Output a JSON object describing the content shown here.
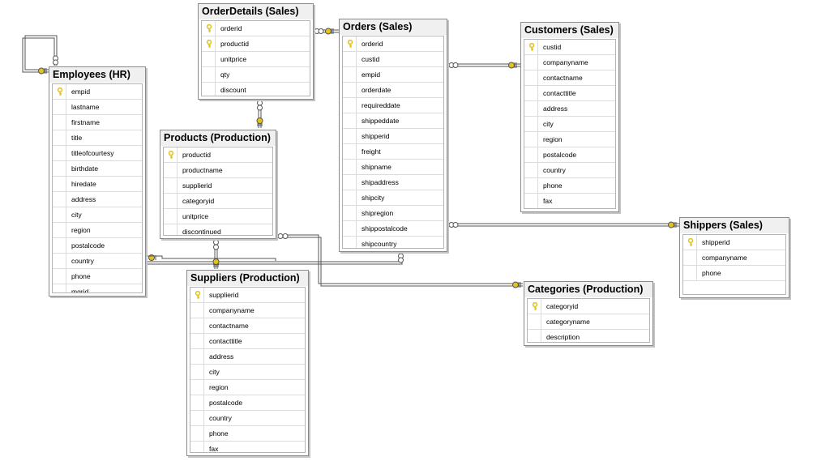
{
  "colors": {
    "key": "#e3c21a",
    "line": "#555555",
    "title_bg": "#f0f0f0"
  },
  "tables": {
    "orderdetails": {
      "title": "OrderDetails (Sales)",
      "columns": [
        {
          "name": "orderid",
          "key": true
        },
        {
          "name": "productid",
          "key": true
        },
        {
          "name": "unitprice",
          "key": false
        },
        {
          "name": "qty",
          "key": false
        },
        {
          "name": "discount",
          "key": false
        }
      ]
    },
    "orders": {
      "title": "Orders (Sales)",
      "columns": [
        {
          "name": "orderid",
          "key": true
        },
        {
          "name": "custid",
          "key": false
        },
        {
          "name": "empid",
          "key": false
        },
        {
          "name": "orderdate",
          "key": false
        },
        {
          "name": "requireddate",
          "key": false
        },
        {
          "name": "shippeddate",
          "key": false
        },
        {
          "name": "shipperid",
          "key": false
        },
        {
          "name": "freight",
          "key": false
        },
        {
          "name": "shipname",
          "key": false
        },
        {
          "name": "shipaddress",
          "key": false
        },
        {
          "name": "shipcity",
          "key": false
        },
        {
          "name": "shipregion",
          "key": false
        },
        {
          "name": "shippostalcode",
          "key": false
        },
        {
          "name": "shipcountry",
          "key": false
        }
      ]
    },
    "customers": {
      "title": "Customers (Sales)",
      "columns": [
        {
          "name": "custid",
          "key": true
        },
        {
          "name": "companyname",
          "key": false
        },
        {
          "name": "contactname",
          "key": false
        },
        {
          "name": "contacttitle",
          "key": false
        },
        {
          "name": "address",
          "key": false
        },
        {
          "name": "city",
          "key": false
        },
        {
          "name": "region",
          "key": false
        },
        {
          "name": "postalcode",
          "key": false
        },
        {
          "name": "country",
          "key": false
        },
        {
          "name": "phone",
          "key": false
        },
        {
          "name": "fax",
          "key": false
        }
      ]
    },
    "employees": {
      "title": "Employees (HR)",
      "columns": [
        {
          "name": "empid",
          "key": true
        },
        {
          "name": "lastname",
          "key": false
        },
        {
          "name": "firstname",
          "key": false
        },
        {
          "name": "title",
          "key": false
        },
        {
          "name": "titleofcourtesy",
          "key": false
        },
        {
          "name": "birthdate",
          "key": false
        },
        {
          "name": "hiredate",
          "key": false
        },
        {
          "name": "address",
          "key": false
        },
        {
          "name": "city",
          "key": false
        },
        {
          "name": "region",
          "key": false
        },
        {
          "name": "postalcode",
          "key": false
        },
        {
          "name": "country",
          "key": false
        },
        {
          "name": "phone",
          "key": false
        },
        {
          "name": "mgrid",
          "key": false
        }
      ]
    },
    "products": {
      "title": "Products (Production)",
      "columns": [
        {
          "name": "productid",
          "key": true
        },
        {
          "name": "productname",
          "key": false
        },
        {
          "name": "supplierid",
          "key": false
        },
        {
          "name": "categoryid",
          "key": false
        },
        {
          "name": "unitprice",
          "key": false
        },
        {
          "name": "discontinued",
          "key": false
        }
      ]
    },
    "suppliers": {
      "title": "Suppliers (Production)",
      "columns": [
        {
          "name": "supplierid",
          "key": true
        },
        {
          "name": "companyname",
          "key": false
        },
        {
          "name": "contactname",
          "key": false
        },
        {
          "name": "contacttitle",
          "key": false
        },
        {
          "name": "address",
          "key": false
        },
        {
          "name": "city",
          "key": false
        },
        {
          "name": "region",
          "key": false
        },
        {
          "name": "postalcode",
          "key": false
        },
        {
          "name": "country",
          "key": false
        },
        {
          "name": "phone",
          "key": false
        },
        {
          "name": "fax",
          "key": false
        }
      ]
    },
    "categories": {
      "title": "Categories (Production)",
      "columns": [
        {
          "name": "categoryid",
          "key": true
        },
        {
          "name": "categoryname",
          "key": false
        },
        {
          "name": "description",
          "key": false
        }
      ]
    },
    "shippers": {
      "title": "Shippers (Sales)",
      "columns": [
        {
          "name": "shipperid",
          "key": true
        },
        {
          "name": "companyname",
          "key": false
        },
        {
          "name": "phone",
          "key": false
        }
      ]
    }
  },
  "relationships": [
    {
      "name": "orderdetails-orders",
      "from": "OrderDetails (Sales)",
      "to": "Orders (Sales)"
    },
    {
      "name": "orderdetails-products",
      "from": "OrderDetails (Sales)",
      "to": "Products (Production)"
    },
    {
      "name": "orders-customers",
      "from": "Orders (Sales)",
      "to": "Customers (Sales)"
    },
    {
      "name": "orders-shippers",
      "from": "Orders (Sales)",
      "to": "Shippers (Sales)"
    },
    {
      "name": "orders-employees",
      "from": "Orders (Sales)",
      "to": "Employees (HR)"
    },
    {
      "name": "products-suppliers",
      "from": "Products (Production)",
      "to": "Suppliers (Production)"
    },
    {
      "name": "products-categories",
      "from": "Products (Production)",
      "to": "Categories (Production)"
    },
    {
      "name": "employees-self",
      "from": "Employees (HR)",
      "to": "Employees (HR)"
    }
  ]
}
